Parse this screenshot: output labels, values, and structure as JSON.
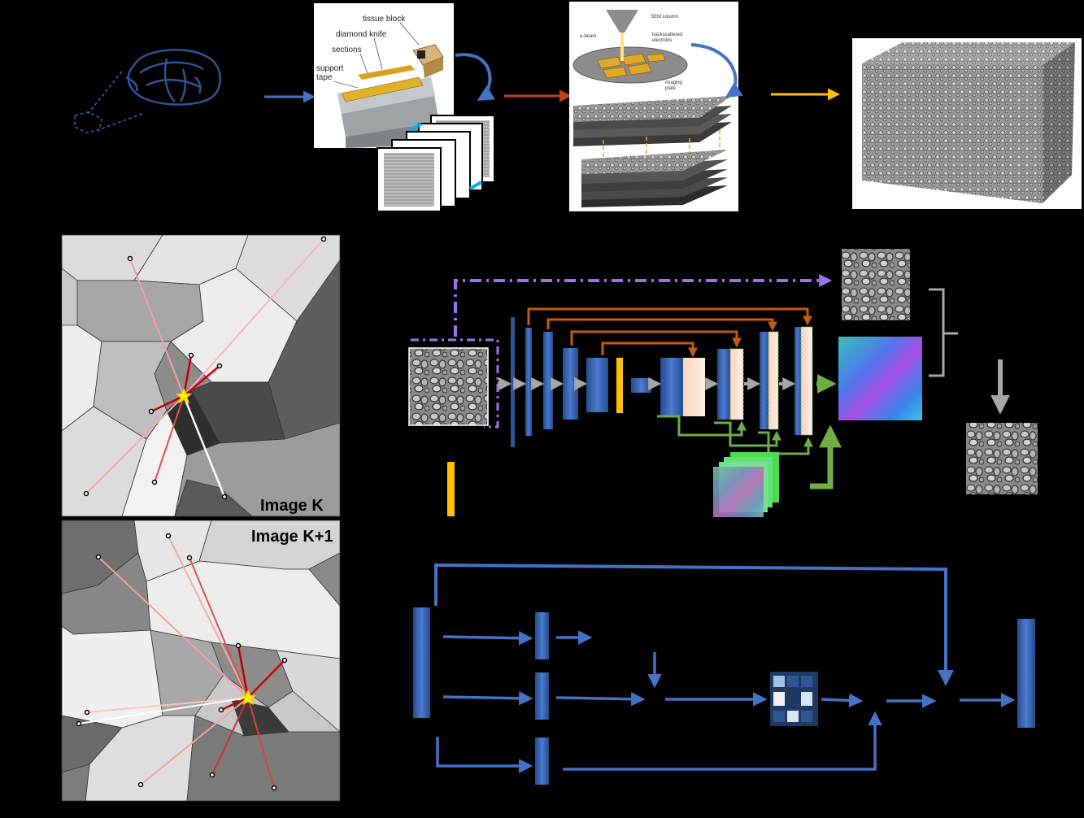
{
  "panel_a": {
    "knife_labels": {
      "tissue_block": "tissue block",
      "diamond_knife": "diamond knife",
      "sections": "sections",
      "support": "support",
      "tape": "tape"
    },
    "sem_labels": {
      "sem_column": "SEM column",
      "e_beam": "e-beam",
      "backscattered": "backscattered",
      "electrons": "electrons",
      "imaging": "imaging",
      "plate": "plate"
    }
  },
  "panel_b": {
    "image_k_label": "Image K",
    "image_k1_label": "Image K+1"
  },
  "colors": {
    "background": "#000000",
    "block_blue": "#2f5597",
    "arrow_blue": "#4472c4",
    "arrow_red": "#c5401a",
    "arrow_orange": "#ffc000",
    "skip_orange": "#c55a11",
    "skip_green": "#70ad47",
    "dashed_purple": "#a06ff0",
    "arrow_gray": "#a6a6a6"
  }
}
